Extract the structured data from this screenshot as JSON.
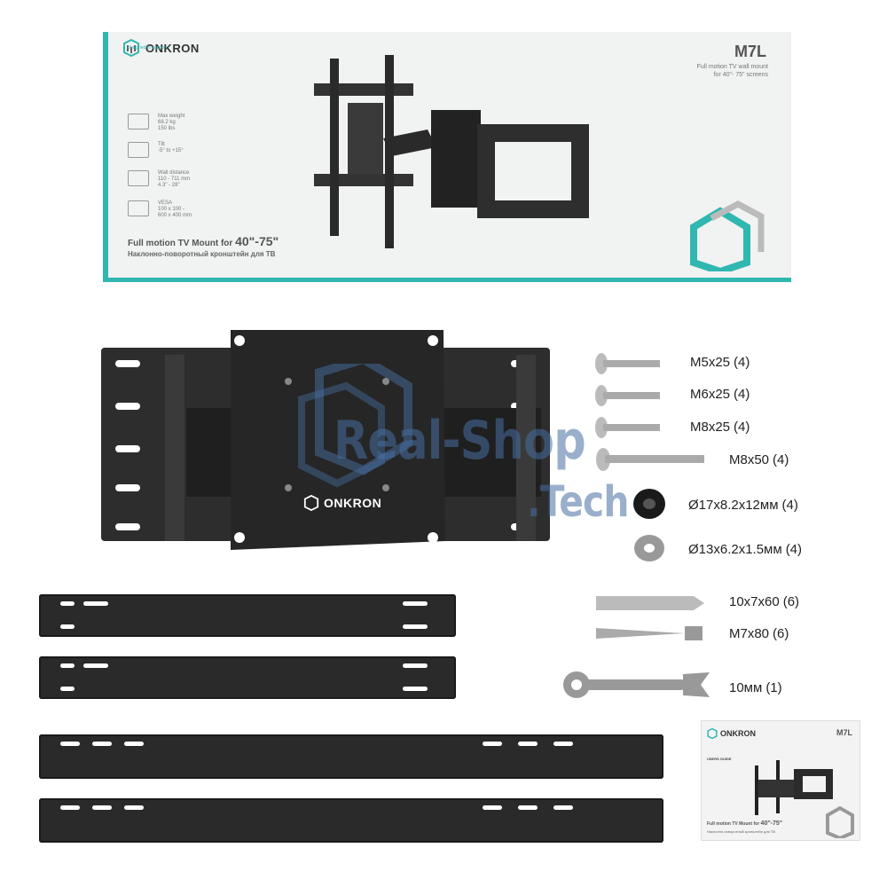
{
  "box": {
    "brand": "ONKRON",
    "tagline": "designed to support",
    "model": "M7L",
    "description": "Full motion TV wall mount\nfor 40\"- 75\" screens",
    "specs": [
      {
        "icon": "weight-icon",
        "text": "Max weight\n68.2 kg\n150 lbs"
      },
      {
        "icon": "tilt-icon",
        "text": "Tilt\n-5° to +15°"
      },
      {
        "icon": "wall-distance-icon",
        "text": "Wall distance\n110 - 711 mm\n4.3\" - 28\""
      },
      {
        "icon": "vesa-icon",
        "text": "VESA\n100 x 100 -\n600 x 400 mm"
      }
    ],
    "title_prefix": "Full motion TV Mount for",
    "title_size": "40\"-75\"",
    "subtitle": "Наклонно-поворотный кронштейн для ТВ",
    "accent": "#2fb7b0"
  },
  "plate_brand": "ONKRON",
  "watermark": {
    "line1": "Real-Shop",
    "line2": ".Tech",
    "color": "#466ea0"
  },
  "parts": [
    {
      "name": "M5x25",
      "qty": "(4)"
    },
    {
      "name": "M6x25",
      "qty": "(4)"
    },
    {
      "name": "M8x25",
      "qty": "(4)"
    },
    {
      "name": "M8x50",
      "qty": "(4)"
    },
    {
      "name": "Ø17x8.2x12мм",
      "qty": "(4)"
    },
    {
      "name": "Ø13x6.2x1.5мм",
      "qty": "(4)"
    },
    {
      "name": "10x7x60",
      "qty": "(6)"
    },
    {
      "name": "M7x80",
      "qty": "(6)"
    },
    {
      "name": "10мм",
      "qty": "(1)"
    }
  ],
  "manual": {
    "brand": "ONKRON",
    "model": "M7L",
    "heading": "USERS GUIDE",
    "title_prefix": "Full motion TV Mount for",
    "title_size": "40\"-75\"",
    "subtitle": "Наклонно-поворотный кронштейн для ТВ"
  }
}
